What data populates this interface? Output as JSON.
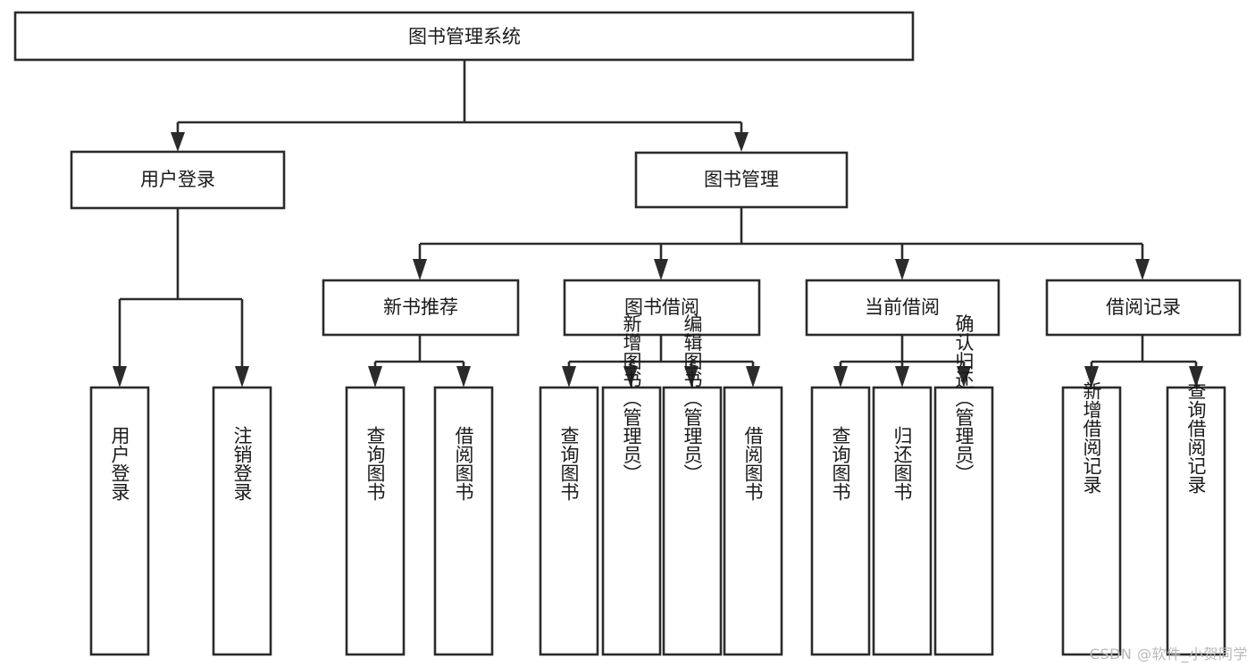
{
  "diagram": {
    "type": "tree-hierarchy-chart",
    "title": "图书管理系统",
    "orientation": "top-down",
    "colors": {
      "box_stroke": "#2b2b2b",
      "box_fill": "#ffffff",
      "connector": "#2b2b2b",
      "text": "#1a1a1a",
      "background": "#ffffff",
      "watermark": "#b8b8b8"
    },
    "root": {
      "label": "图书管理系统",
      "level": 0
    },
    "level1": [
      {
        "label": "用户登录",
        "level": 1
      },
      {
        "label": "图书管理",
        "level": 1
      }
    ],
    "level2": [
      {
        "label": "新书推荐",
        "parent": "图书管理",
        "level": 2
      },
      {
        "label": "图书借阅",
        "parent": "图书管理",
        "level": 2
      },
      {
        "label": "当前借阅",
        "parent": "图书管理",
        "level": 2
      },
      {
        "label": "借阅记录",
        "parent": "图书管理",
        "level": 2
      }
    ],
    "leaves": [
      {
        "label": "用户登录",
        "parent": "用户登录",
        "group": 0
      },
      {
        "label": "注销登录",
        "parent": "用户登录",
        "group": 0
      },
      {
        "label": "查询图书",
        "parent": "新书推荐",
        "group": 1
      },
      {
        "label": "借阅图书",
        "parent": "新书推荐",
        "group": 1
      },
      {
        "label": "查询图书",
        "parent": "图书借阅",
        "group": 2
      },
      {
        "label": "新增图书（管理员）",
        "parent": "图书借阅",
        "group": 2
      },
      {
        "label": "编辑图书（管理员）",
        "parent": "图书借阅",
        "group": 2
      },
      {
        "label": "借阅图书",
        "parent": "图书借阅",
        "group": 2
      },
      {
        "label": "查询图书",
        "parent": "当前借阅",
        "group": 3
      },
      {
        "label": "归还图书",
        "parent": "当前借阅",
        "group": 3
      },
      {
        "label": "确认归还（管理员）",
        "parent": "当前借阅",
        "group": 3
      },
      {
        "label": "新增借阅记录",
        "parent": "借阅记录",
        "group": 4
      },
      {
        "label": "查询借阅记录",
        "parent": "借阅记录",
        "group": 4
      }
    ]
  },
  "watermark": {
    "text": "CSDN @软件_小贺同学"
  }
}
